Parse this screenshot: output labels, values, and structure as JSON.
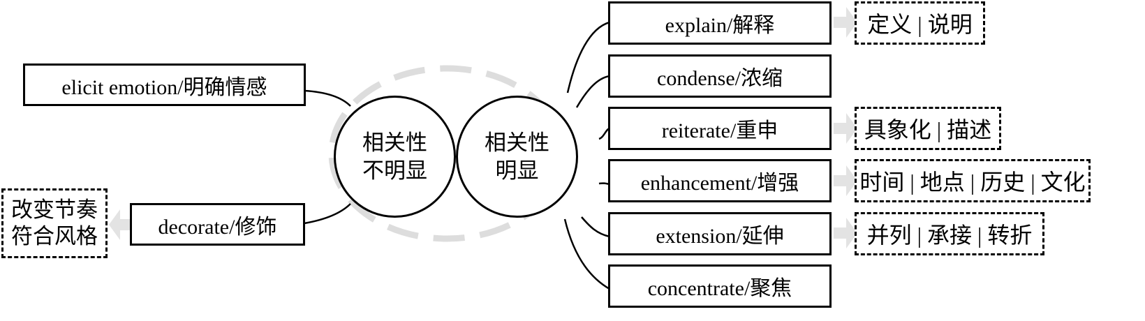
{
  "diagram": {
    "center_nodes": {
      "weak": {
        "line1": "相关性",
        "line2": "不明显"
      },
      "strong": {
        "line1": "相关性",
        "line2": "明显"
      }
    },
    "left_functions": [
      {
        "label": "elicit emotion/明确情感",
        "outcome": null
      },
      {
        "label": "decorate/修饰",
        "outcome": {
          "line1": "改变节奏",
          "line2": "符合风格"
        }
      }
    ],
    "right_functions": [
      {
        "label": "explain/解释",
        "outcome": "定义 | 说明"
      },
      {
        "label": "condense/浓缩",
        "outcome": null
      },
      {
        "label": "reiterate/重申",
        "outcome": "具象化 | 描述"
      },
      {
        "label": "enhancement/增强",
        "outcome": "时间 | 地点 | 历史 | 文化"
      },
      {
        "label": "extension/延伸",
        "outcome": "并列 | 承接 | 转折"
      },
      {
        "label": "concentrate/聚焦",
        "outcome": null
      }
    ],
    "colors": {
      "line": "#000000",
      "arrow": "#e3e3e3",
      "dashed_ellipse": "#dddddd"
    }
  }
}
